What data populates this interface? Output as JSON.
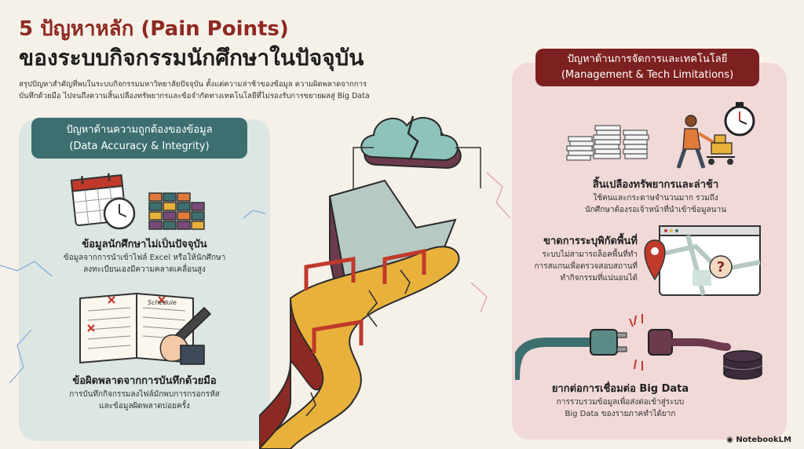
{
  "header": {
    "title_line1": "5 ปัญหาหลัก (Pain Points)",
    "title_line2": "ของระบบกิจกรรมนักศึกษาในปัจจุบัน",
    "subtitle_line1": "สรุปปัญหาสำคัญที่พบในระบบกิจกรรมมหาวิทยาลัยปัจจุบัน ตั้งแต่ความล่าช้าของข้อมูล ความผิดพลาดจากการ",
    "subtitle_line2": "บันทึกด้วยมือ ไปจนถึงความสิ้นเปลืองทรัพยากรและข้อจำกัดทางเทคโนโลยีที่ไม่รองรับการขยายผลสู่ Big Data"
  },
  "left_section": {
    "heading_th": "ปัญหาด้านความถูกต้องของข้อมูล",
    "heading_en": "(Data Accuracy & Integrity)",
    "items": [
      {
        "title": "ข้อมูลนักศึกษาไม่เป็นปัจจุบัน",
        "desc_line1": "ข้อมูลจากการนำเข้าไฟล์ Excel หรือให้นักศึกษา",
        "desc_line2": "ลงทะเบียนเองมีความคลาดเคลื่อนสูง",
        "icon": "calendar-clock-icon"
      },
      {
        "title": "ข้อผิดพลาดจากการบันทึกด้วยมือ",
        "desc_line1": "การบันทึกกิจกรรมลงไฟล์มักพบการกรอกรหัส",
        "desc_line2": "และข้อมูลผิดพลาดบ่อยครั้ง",
        "icon": "handwritten-notebook-icon"
      }
    ]
  },
  "right_section": {
    "heading_th": "ปัญหาด้านการจัดการและเทคโนโลยี",
    "heading_en": "(Management & Tech Limitations)",
    "items": [
      {
        "title": "สิ้นเปลืองทรัพยากรและล่าช้า",
        "desc_line1": "ใช้คนและกระดาษจำนวนมาก รวมถึง",
        "desc_line2": "นักศึกษาต้องรอเจ้าหน้าที่นำเข้าข้อมูลนาน",
        "icon": "paper-stacks-worker-icon"
      },
      {
        "title": "ขาดการระบุพิกัดพื้นที่",
        "desc_line1": "ระบบไม่สามารถล็อคพื้นที่ทำ",
        "desc_line2": "การสแกนเพื่อตรวจสอบสถานที่",
        "desc_line3": "ทำกิจกรรมที่แน่นอนได้",
        "icon": "map-pin-icon"
      },
      {
        "title": "ยากต่อการเชื่อมต่อ Big Data",
        "desc_line1": "การรวบรวมข้อมูลเพื่อส่งต่อเข้าสู่ระบบ",
        "desc_line2": "Big Data ของรายภาคทำได้ยาก",
        "icon": "unplugged-cable-icon"
      }
    ]
  },
  "question_mark": "?",
  "sticky_note": "Schedule",
  "branding": "NotebookLM",
  "colors": {
    "title_red": "#8e2a22",
    "teal": "#3d6f70",
    "maroon": "#7d2020",
    "path_yellow": "#e8b13c",
    "path_red": "#8b2a22"
  }
}
